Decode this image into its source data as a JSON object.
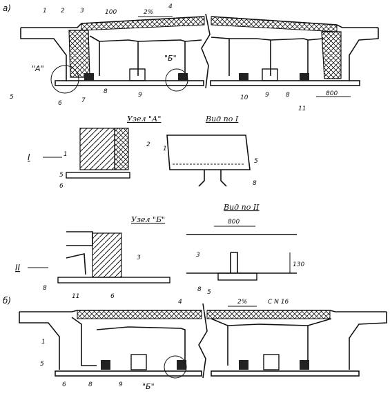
{
  "section_a": {
    "letter": "а)",
    "dim_100": "100",
    "slope": "2%",
    "dim_800": "800",
    "callouts": [
      "1",
      "2",
      "3",
      "4",
      "5",
      "6",
      "7",
      "8",
      "9",
      "10",
      "9",
      "8",
      "11"
    ],
    "node_a_mark": "\"А\"",
    "node_b_mark": "\"Б\""
  },
  "detail_a": {
    "title": "Узел \"А\"",
    "view_mark": "I",
    "callouts": [
      "1",
      "2",
      "5",
      "6"
    ]
  },
  "view_1": {
    "title": "Вид по I",
    "callouts": [
      "1",
      "5",
      "8"
    ]
  },
  "detail_b": {
    "title": "Узел \"Б\"",
    "view_mark": "II",
    "callouts": [
      "3",
      "8",
      "11",
      "6"
    ]
  },
  "view_2": {
    "title": "Вид по II",
    "dim_800": "800",
    "dim_130": "130",
    "channel": "С N 16",
    "callouts": [
      "3",
      "8",
      "5"
    ]
  },
  "section_b": {
    "letter": "б)",
    "slope": "2%",
    "callouts": [
      "4",
      "1",
      "5",
      "6",
      "8",
      "9"
    ],
    "node_b_mark": "\"Б\""
  }
}
